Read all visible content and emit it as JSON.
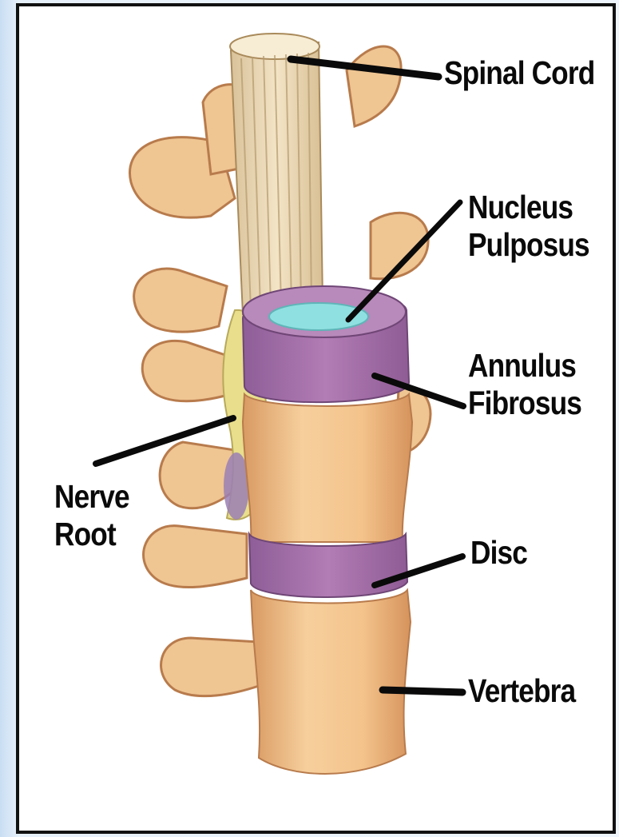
{
  "labels": {
    "spinal_cord": "Spinal Cord",
    "nucleus_pulposus": [
      "Nucleus",
      "Pulposus"
    ],
    "annulus_fibrosus": [
      "Annulus",
      "Fibrosus"
    ],
    "nerve_root": [
      "Nerve",
      "Root"
    ],
    "disc": "Disc",
    "vertebra": "Vertebra"
  },
  "colors": {
    "bone": "#f0c48e",
    "bone_shadow": "#c9895a",
    "disc": "#a06aa6",
    "nucleus": "#8fe0e0",
    "spinal_cord": "#efdcb6",
    "nerve": "#e9df8e",
    "leader_line": "#0a0a0a"
  }
}
